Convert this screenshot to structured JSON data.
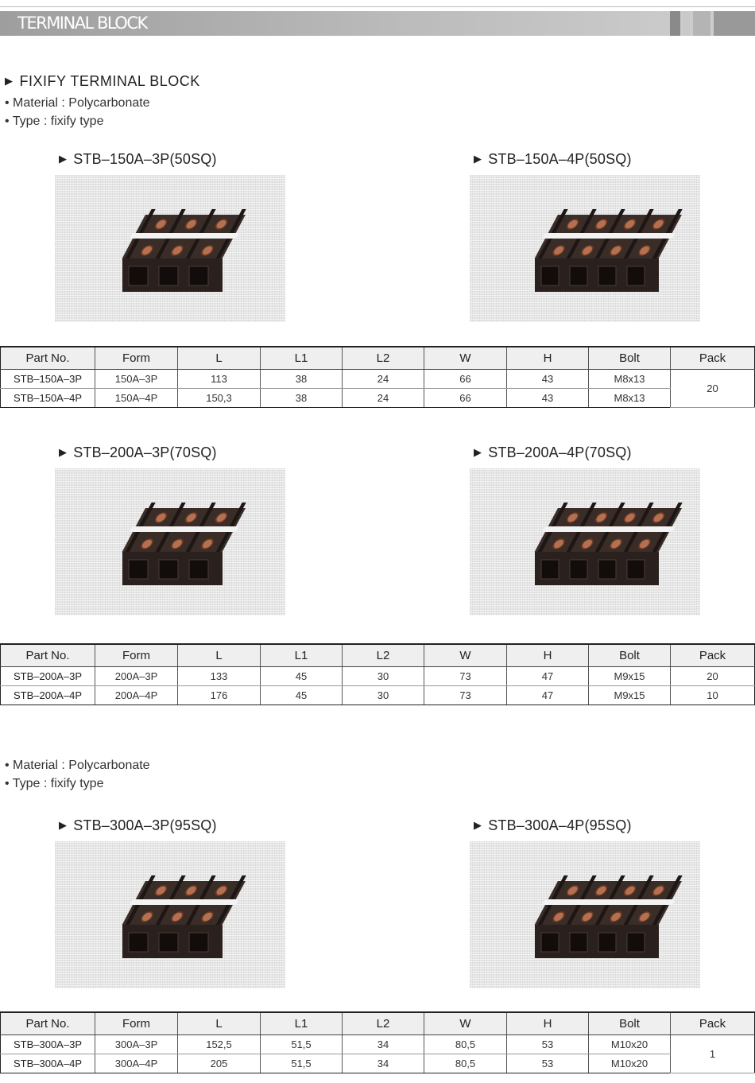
{
  "header": {
    "title": "TERMINAL BLOCK"
  },
  "section1": {
    "title": "FIXIFY TERMINAL BLOCK",
    "material": "• Material : Polycarbonate",
    "type": "• Type : fixify type"
  },
  "section3": {
    "material": "• Material : Polycarbonate",
    "type": "• Type : fixify type"
  },
  "products": {
    "p1": "STB–150A–3P(50SQ)",
    "p2": "STB–150A–4P(50SQ)",
    "p3": "STB–200A–3P(70SQ)",
    "p4": "STB–200A–4P(70SQ)",
    "p5": "STB–300A–3P(95SQ)",
    "p6": "STB–300A–4P(95SQ)"
  },
  "table_headers": [
    "Part No.",
    "Form",
    "L",
    "L1",
    "L2",
    "W",
    "H",
    "Bolt",
    "Pack"
  ],
  "table1": {
    "rows": [
      [
        "STB–150A–3P",
        "150A–3P",
        "113",
        "38",
        "24",
        "66",
        "43",
        "M8x13"
      ],
      [
        "STB–150A–4P",
        "150A–4P",
        "150,3",
        "38",
        "24",
        "66",
        "43",
        "M8x13"
      ]
    ],
    "pack": "20"
  },
  "table2": {
    "rows": [
      [
        "STB–200A–3P",
        "200A–3P",
        "133",
        "45",
        "30",
        "73",
        "47",
        "M9x15",
        "20"
      ],
      [
        "STB–200A–4P",
        "200A–4P",
        "176",
        "45",
        "30",
        "73",
        "47",
        "M9x15",
        "10"
      ]
    ]
  },
  "table3": {
    "rows": [
      [
        "STB–300A–3P",
        "300A–3P",
        "152,5",
        "51,5",
        "34",
        "80,5",
        "53",
        "M10x20"
      ],
      [
        "STB–300A–4P",
        "300A–4P",
        "205",
        "51,5",
        "34",
        "80,5",
        "53",
        "M10x20"
      ]
    ],
    "pack": "1"
  }
}
